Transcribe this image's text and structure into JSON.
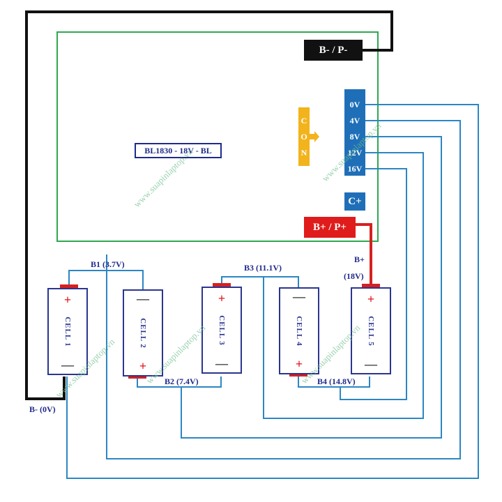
{
  "board": {
    "label": "BL1830 - 18V - BL",
    "con_letters": [
      "C",
      "O",
      "N"
    ],
    "ports": [
      "0V",
      "4V",
      "8V",
      "12V",
      "16V"
    ],
    "c_plus": "C+",
    "b_minus_p_minus": "B- / P-",
    "b_plus_p_plus": "B+ / P+"
  },
  "cells": [
    {
      "name": "CELL 1",
      "top_sign": "+",
      "bottom_sign": "—"
    },
    {
      "name": "CELL 2",
      "top_sign": "—",
      "bottom_sign": "+"
    },
    {
      "name": "CELL 3",
      "top_sign": "+",
      "bottom_sign": "—"
    },
    {
      "name": "CELL 4",
      "top_sign": "—",
      "bottom_sign": "+"
    },
    {
      "name": "CELL 5",
      "top_sign": "+",
      "bottom_sign": "—"
    }
  ],
  "nodes": {
    "b1": "B1 (3.7V)",
    "b2": "B2 (7.4V)",
    "b3": "B3 (11.1V)",
    "b4": "B4 (14.8V)",
    "b_minus": "B- (0V)",
    "b_plus_line1": "B+",
    "b_plus_line2": "(18V)"
  },
  "watermark": "www.suapinlaptop.vn",
  "colors": {
    "board_outline": "#2fa84f",
    "wire_blue": "#2c86c4",
    "wire_black": "#111111",
    "wire_red": "#d62020",
    "port_bg": "#1f6fb8",
    "con_bg": "#f2b31c",
    "label_blue": "#1f2a8a"
  }
}
